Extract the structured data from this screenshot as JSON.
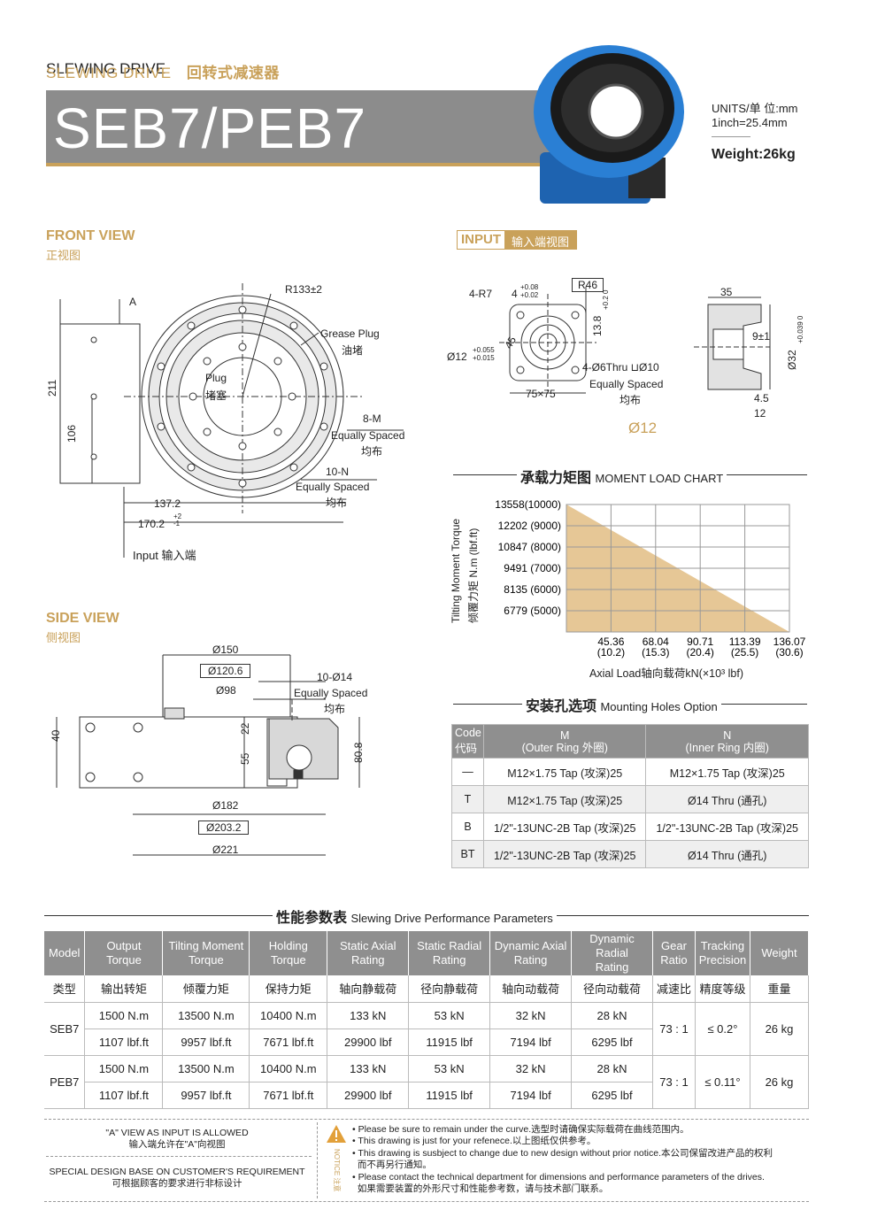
{
  "header": {
    "category_en": "SLEWING DRIVE",
    "category_cn": "回转式减速器",
    "model_title": "SEB7/PEB7",
    "units": "UNITS/单  位:mm",
    "inch": "1inch=25.4mm",
    "weight": "Weight:26kg"
  },
  "front_view": {
    "title_en": "FRONT VIEW",
    "title_cn": "正视图",
    "label_a": "A",
    "r133": "R133±2",
    "grease_en": "Grease Plug",
    "grease_cn": "油堵",
    "plug_en": "Plug",
    "plug_cn": "堵塞",
    "m8_title": "8-M",
    "m8_en": "Equally Spaced",
    "m8_cn": "均布",
    "n10_title": "10-N",
    "n10_en": "Equally Spaced",
    "n10_cn": "均布",
    "d211": "211",
    "d106": "106",
    "d137": "137.2",
    "d170": "170.2",
    "d170_tol": "+2\n-1",
    "input": "Input  输入端"
  },
  "input_view": {
    "title_en": "INPUT",
    "title_cn": "输入端视图",
    "r7": "4-R7",
    "d4": "4",
    "d4_tol_up": "+0.08",
    "d4_tol_dn": "+0.02",
    "r46": "R46",
    "d45": "45",
    "d138": "13.8",
    "d138_tol": "+0.2 0",
    "d12": "Ø12",
    "d12_tol_up": "+0.055",
    "d12_tol_dn": "+0.015",
    "holes": "4-Ø6Thru ⊔Ø10",
    "holes_en": "Equally Spaced",
    "holes_cn": "均布",
    "d75": "75×75",
    "caption": "Ø12",
    "d35": "35",
    "d9": "9±1",
    "d32": "Ø32",
    "d32_tol": "+0.039 0",
    "d45b": "4.5",
    "d12b": "12"
  },
  "moment_chart": {
    "title_cn": "承载力矩图",
    "title_en": "MOMENT LOAD CHART"
  },
  "chart_data": {
    "type": "area",
    "ylabel_en": "Tilting Moment Torque",
    "ylabel_cn": "倾覆力矩  N.m (lbf.ft)",
    "xlabel": "Axial Load轴向载荷kN(×10³ lbf)",
    "y_ticks": [
      "13558(10000)",
      "12202 (9000)",
      "10847 (8000)",
      "9491  (7000)",
      "8135  (6000)",
      "6779  (5000)"
    ],
    "x_ticks_top": [
      "45.36",
      "68.04",
      "90.71",
      "113.39",
      "136.07"
    ],
    "x_ticks_bottom": [
      "(10.2)",
      "(15.3)",
      "(20.4)",
      "(25.5)",
      "(30.6)"
    ],
    "x": [
      0,
      136.07
    ],
    "y": [
      13558,
      0
    ],
    "fill_color": "#e6c796"
  },
  "side_view": {
    "title_en": "SIDE VIEW",
    "title_cn": "侧视图",
    "d150": "Ø150",
    "d120": "Ø120.6",
    "d98": "Ø98",
    "holes": "10-Ø14",
    "holes_en": "Equally Spaced",
    "holes_cn": "均布",
    "d40": "40",
    "d22": "22",
    "d55": "55",
    "d80": "80.8",
    "d182": "Ø182",
    "d203": "Ø203.2",
    "d221": "Ø221"
  },
  "holes_option": {
    "title_cn": "安装孔选项",
    "title_en": "Mounting Holes Option",
    "header": [
      "Code\n代码",
      "M\n(Outer Ring 外圈)",
      "N\n(Inner Ring 内圈)"
    ],
    "rows": [
      [
        "—",
        "M12×1.75 Tap (攻深)25",
        "M12×1.75 Tap (攻深)25"
      ],
      [
        "T",
        "M12×1.75 Tap (攻深)25",
        "Ø14 Thru (通孔)"
      ],
      [
        "B",
        "1/2\"-13UNC-2B Tap (攻深)25",
        "1/2\"-13UNC-2B Tap (攻深)25"
      ],
      [
        "BT",
        "1/2\"-13UNC-2B Tap (攻深)25",
        "Ø14 Thru (通孔)"
      ]
    ]
  },
  "performance": {
    "title_cn": "性能参数表",
    "title_en": "Slewing Drive Performance Parameters",
    "headers": [
      "Model",
      "Output\nTorque",
      "Tilting Moment\nTorque",
      "Holding\nTorque",
      "Static Axial\nRating",
      "Static Radial\nRating",
      "Dynamic Axial\nRating",
      "Dynamic Radial\nRating",
      "Gear\nRatio",
      "Tracking\nPrecision",
      "Weight"
    ],
    "cn_headers": [
      "类型",
      "输出转矩",
      "倾覆力矩",
      "保持力矩",
      "轴向静载荷",
      "径向静载荷",
      "轴向动载荷",
      "径向动载荷",
      "减速比",
      "精度等级",
      "重量"
    ],
    "rows": [
      {
        "model": "SEB7",
        "metric": [
          "1500 N.m",
          "13500 N.m",
          "10400 N.m",
          "133 kN",
          "53 kN",
          "32 kN",
          "28 kN"
        ],
        "imperial": [
          "1107 lbf.ft",
          "9957 lbf.ft",
          "7671 lbf.ft",
          "29900 lbf",
          "11915 lbf",
          "7194 lbf",
          "6295 lbf"
        ],
        "ratio": "73 : 1",
        "precision": "≤ 0.2°",
        "weight": "26 kg"
      },
      {
        "model": "PEB7",
        "metric": [
          "1500 N.m",
          "13500 N.m",
          "10400 N.m",
          "133 kN",
          "53 kN",
          "32 kN",
          "28 kN"
        ],
        "imperial": [
          "1107 lbf.ft",
          "9957 lbf.ft",
          "7671 lbf.ft",
          "29900 lbf",
          "11915 lbf",
          "7194 lbf",
          "6295 lbf"
        ],
        "ratio": "73 : 1",
        "precision": "≤ 0.11°",
        "weight": "26 kg"
      }
    ]
  },
  "footer": {
    "note1_en": "\"A\" VIEW AS INPUT IS ALLOWED",
    "note1_cn": "输入端允许在\"A\"向视图",
    "note2_en": "SPECIAL DESIGN BASE ON CUSTOMER'S REQUIREMENT",
    "note2_cn": "可根据顾客的要求进行非标设计",
    "notice_label": "NOTICE 注意",
    "notices": [
      "Please be sure to remain under the curve.选型时请确保实际载荷在曲线范围内。",
      "This drawing is just for your refenece.以上图纸仅供参考。",
      "This drawing is susbject to change due to new design without prior notice.本公司保留改进产品的权利",
      "而不再另行通知。",
      "Please contact the technical department for dimensions and performance parameters of the drives.",
      "如果需要装置的外形尺寸和性能参考数，请与技术部门联系。"
    ]
  }
}
